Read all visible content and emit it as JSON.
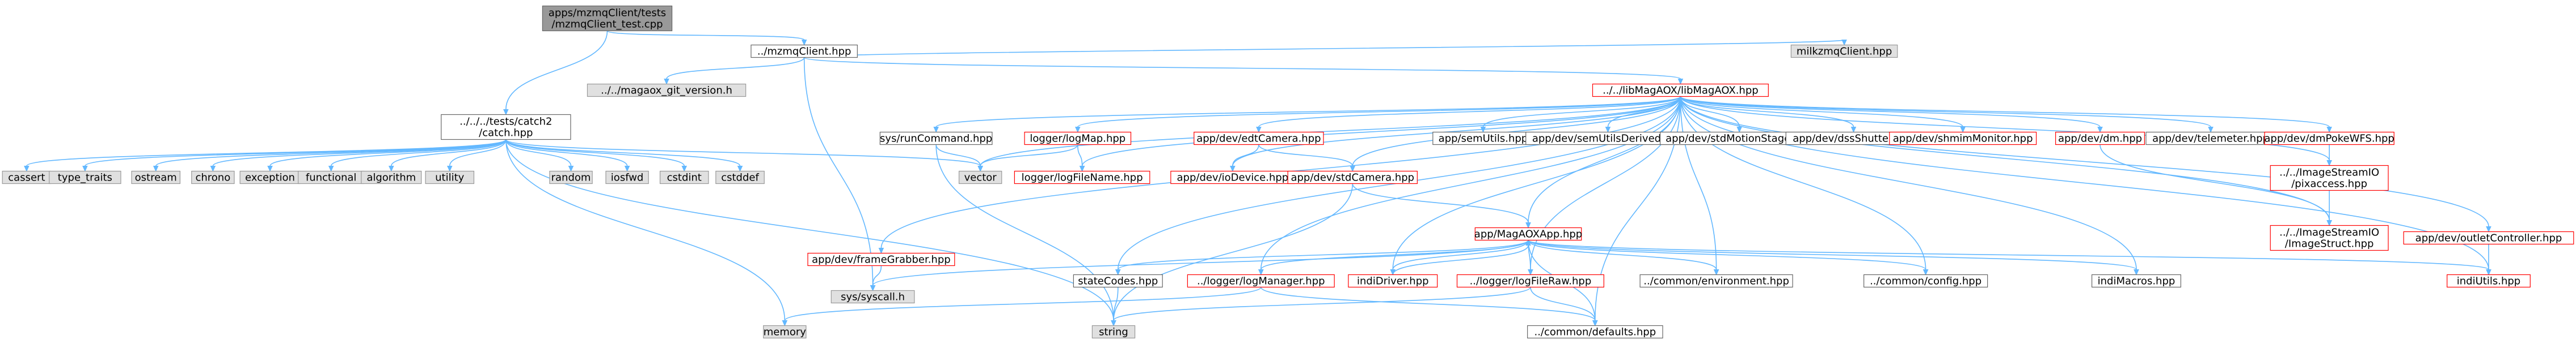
{
  "colors": {
    "root_fill": "#999999",
    "sys_fill": "#e0e0e0",
    "sys_stroke": "#999999",
    "local_fill": "#ffffff",
    "local_stroke": "#666666",
    "red_stroke": "#ff0000",
    "text": "#000000",
    "edge": "#63b8ff"
  },
  "nodes": [
    {
      "id": "root",
      "kind": "root",
      "lines": [
        "apps/mzmqClient/tests",
        "/mzmqClient_test.cpp"
      ]
    },
    {
      "id": "mzmqclient",
      "kind": "local",
      "lines": [
        "../mzmqClient.hpp"
      ]
    },
    {
      "id": "catch",
      "kind": "local",
      "lines": [
        "../../../tests/catch2",
        "/catch.hpp"
      ]
    },
    {
      "id": "magaox_git",
      "kind": "sys",
      "lines": [
        "../../magaox_git_version.h"
      ]
    },
    {
      "id": "milkzmq",
      "kind": "sys",
      "lines": [
        "milkzmqClient.hpp"
      ]
    },
    {
      "id": "libmagaox",
      "kind": "red",
      "lines": [
        "../../libMagAOX/libMagAOX.hpp"
      ]
    },
    {
      "id": "cassert",
      "kind": "sys",
      "lines": [
        "cassert"
      ]
    },
    {
      "id": "type_traits",
      "kind": "sys",
      "lines": [
        "type_traits"
      ]
    },
    {
      "id": "ostream",
      "kind": "sys",
      "lines": [
        "ostream"
      ]
    },
    {
      "id": "chrono",
      "kind": "sys",
      "lines": [
        "chrono"
      ]
    },
    {
      "id": "exception",
      "kind": "sys",
      "lines": [
        "exception"
      ]
    },
    {
      "id": "functional",
      "kind": "sys",
      "lines": [
        "functional"
      ]
    },
    {
      "id": "algorithm",
      "kind": "sys",
      "lines": [
        "algorithm"
      ]
    },
    {
      "id": "utility",
      "kind": "sys",
      "lines": [
        "utility"
      ]
    },
    {
      "id": "vector",
      "kind": "sys",
      "lines": [
        "vector"
      ]
    },
    {
      "id": "random",
      "kind": "sys",
      "lines": [
        "random"
      ]
    },
    {
      "id": "iosfwd",
      "kind": "sys",
      "lines": [
        "iosfwd"
      ]
    },
    {
      "id": "cstdint",
      "kind": "sys",
      "lines": [
        "cstdint"
      ]
    },
    {
      "id": "cstddef",
      "kind": "sys",
      "lines": [
        "cstddef"
      ]
    },
    {
      "id": "memory",
      "kind": "sys",
      "lines": [
        "memory"
      ]
    },
    {
      "id": "string",
      "kind": "sys",
      "lines": [
        "string"
      ]
    },
    {
      "id": "sys_syscall",
      "kind": "sys",
      "lines": [
        "sys/syscall.h"
      ]
    },
    {
      "id": "sys_runcommand",
      "kind": "local",
      "lines": [
        "sys/runCommand.hpp"
      ]
    },
    {
      "id": "logmap",
      "kind": "red",
      "lines": [
        "logger/logMap.hpp"
      ]
    },
    {
      "id": "logfilename",
      "kind": "red",
      "lines": [
        "logger/logFileName.hpp"
      ]
    },
    {
      "id": "framegrabber",
      "kind": "red",
      "lines": [
        "app/dev/frameGrabber.hpp"
      ]
    },
    {
      "id": "edtcamera",
      "kind": "red",
      "lines": [
        "app/dev/edtCamera.hpp"
      ]
    },
    {
      "id": "iodevice",
      "kind": "red",
      "lines": [
        "app/dev/ioDevice.hpp"
      ]
    },
    {
      "id": "stdcamera",
      "kind": "red",
      "lines": [
        "app/dev/stdCamera.hpp"
      ]
    },
    {
      "id": "semutils",
      "kind": "local",
      "lines": [
        "app/semUtils.hpp"
      ]
    },
    {
      "id": "semutilsderived",
      "kind": "local",
      "lines": [
        "app/dev/semUtilsDerived.hpp"
      ]
    },
    {
      "id": "stdmotionstage",
      "kind": "local",
      "lines": [
        "app/dev/stdMotionStage.hpp"
      ]
    },
    {
      "id": "dssshutter",
      "kind": "local",
      "lines": [
        "app/dev/dssShutter.hpp"
      ]
    },
    {
      "id": "shmimmonitor",
      "kind": "red",
      "lines": [
        "app/dev/shmimMonitor.hpp"
      ]
    },
    {
      "id": "dm",
      "kind": "red",
      "lines": [
        "app/dev/dm.hpp"
      ]
    },
    {
      "id": "telemeter",
      "kind": "local",
      "lines": [
        "app/dev/telemeter.hpp"
      ]
    },
    {
      "id": "dmpokewfs",
      "kind": "red",
      "lines": [
        "app/dev/dmPokeWFS.hpp"
      ]
    },
    {
      "id": "pixaccess",
      "kind": "red",
      "lines": [
        "../../ImageStreamIO",
        "/pixaccess.hpp"
      ]
    },
    {
      "id": "imagestruct",
      "kind": "red",
      "lines": [
        "../../ImageStreamIO",
        "/ImageStruct.hpp"
      ]
    },
    {
      "id": "outletcontroller",
      "kind": "red",
      "lines": [
        "app/dev/outletController.hpp"
      ]
    },
    {
      "id": "indiutils",
      "kind": "red",
      "lines": [
        "indiUtils.hpp"
      ]
    },
    {
      "id": "magaoxapp",
      "kind": "red",
      "lines": [
        "app/MagAOXApp.hpp"
      ]
    },
    {
      "id": "statecodes",
      "kind": "local",
      "lines": [
        "stateCodes.hpp"
      ]
    },
    {
      "id": "logmanager",
      "kind": "red",
      "lines": [
        "../logger/logManager.hpp"
      ]
    },
    {
      "id": "indidriver",
      "kind": "red",
      "lines": [
        "indiDriver.hpp"
      ]
    },
    {
      "id": "logfileraw",
      "kind": "red",
      "lines": [
        "../logger/logFileRaw.hpp"
      ]
    },
    {
      "id": "environment",
      "kind": "local",
      "lines": [
        "../common/environment.hpp"
      ]
    },
    {
      "id": "config",
      "kind": "local",
      "lines": [
        "../common/config.hpp"
      ]
    },
    {
      "id": "indimacros",
      "kind": "local",
      "lines": [
        "indiMacros.hpp"
      ]
    },
    {
      "id": "defaults",
      "kind": "local",
      "lines": [
        "../common/defaults.hpp"
      ]
    }
  ],
  "edges": [
    [
      "root",
      "mzmqclient"
    ],
    [
      "root",
      "catch"
    ],
    [
      "mzmqclient",
      "magaox_git"
    ],
    [
      "mzmqclient",
      "libmagaox"
    ],
    [
      "mzmqclient",
      "milkzmq"
    ],
    [
      "mzmqclient",
      "sys_syscall"
    ],
    [
      "catch",
      "cassert"
    ],
    [
      "catch",
      "type_traits"
    ],
    [
      "catch",
      "ostream"
    ],
    [
      "catch",
      "chrono"
    ],
    [
      "catch",
      "exception"
    ],
    [
      "catch",
      "functional"
    ],
    [
      "catch",
      "algorithm"
    ],
    [
      "catch",
      "utility"
    ],
    [
      "catch",
      "vector"
    ],
    [
      "catch",
      "random"
    ],
    [
      "catch",
      "iosfwd"
    ],
    [
      "catch",
      "cstdint"
    ],
    [
      "catch",
      "cstddef"
    ],
    [
      "catch",
      "memory"
    ],
    [
      "catch",
      "string"
    ],
    [
      "libmagaox",
      "sys_runcommand"
    ],
    [
      "libmagaox",
      "logmap"
    ],
    [
      "libmagaox",
      "logfilename"
    ],
    [
      "libmagaox",
      "framegrabber"
    ],
    [
      "libmagaox",
      "edtcamera"
    ],
    [
      "libmagaox",
      "iodevice"
    ],
    [
      "libmagaox",
      "stdcamera"
    ],
    [
      "libmagaox",
      "semutils"
    ],
    [
      "libmagaox",
      "semutilsderived"
    ],
    [
      "libmagaox",
      "stdmotionstage"
    ],
    [
      "libmagaox",
      "dssshutter"
    ],
    [
      "libmagaox",
      "shmimmonitor"
    ],
    [
      "libmagaox",
      "dm"
    ],
    [
      "libmagaox",
      "telemeter"
    ],
    [
      "libmagaox",
      "dmpokewfs"
    ],
    [
      "libmagaox",
      "pixaccess"
    ],
    [
      "libmagaox",
      "imagestruct"
    ],
    [
      "libmagaox",
      "outletcontroller"
    ],
    [
      "libmagaox",
      "indiutils"
    ],
    [
      "libmagaox",
      "magaoxapp"
    ],
    [
      "libmagaox",
      "statecodes"
    ],
    [
      "libmagaox",
      "logmanager"
    ],
    [
      "libmagaox",
      "indidriver"
    ],
    [
      "libmagaox",
      "logfileraw"
    ],
    [
      "libmagaox",
      "environment"
    ],
    [
      "libmagaox",
      "config"
    ],
    [
      "libmagaox",
      "indimacros"
    ],
    [
      "libmagaox",
      "defaults"
    ],
    [
      "libmagaox",
      "vector"
    ],
    [
      "sys_runcommand",
      "vector"
    ],
    [
      "sys_runcommand",
      "string"
    ],
    [
      "logmap",
      "vector"
    ],
    [
      "logmap",
      "logfilename"
    ],
    [
      "framegrabber",
      "sys_syscall"
    ],
    [
      "edtcamera",
      "iodevice"
    ],
    [
      "edtcamera",
      "stdcamera"
    ],
    [
      "stdcamera",
      "string"
    ],
    [
      "stdcamera",
      "magaoxapp"
    ],
    [
      "dm",
      "imagestruct"
    ],
    [
      "dmpokewfs",
      "pixaccess"
    ],
    [
      "pixaccess",
      "imagestruct"
    ],
    [
      "outletcontroller",
      "indiutils"
    ],
    [
      "magaoxapp",
      "sys_syscall"
    ],
    [
      "magaoxapp",
      "statecodes"
    ],
    [
      "magaoxapp",
      "logmanager"
    ],
    [
      "magaoxapp",
      "indidriver"
    ],
    [
      "magaoxapp",
      "logfileraw"
    ],
    [
      "magaoxapp",
      "environment"
    ],
    [
      "magaoxapp",
      "config"
    ],
    [
      "magaoxapp",
      "indimacros"
    ],
    [
      "magaoxapp",
      "indiutils"
    ],
    [
      "magaoxapp",
      "defaults"
    ],
    [
      "statecodes",
      "string"
    ],
    [
      "logmanager",
      "memory"
    ],
    [
      "logmanager",
      "defaults"
    ],
    [
      "indidriver",
      "magaoxapp"
    ],
    [
      "logfileraw",
      "string"
    ],
    [
      "logfileraw",
      "defaults"
    ]
  ]
}
